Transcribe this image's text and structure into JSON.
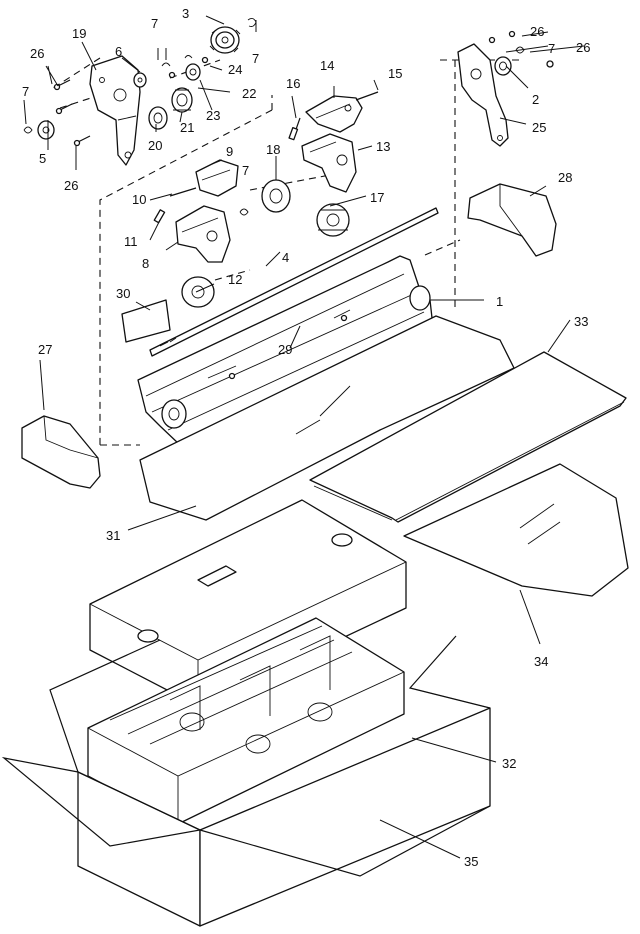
{
  "callouts": {
    "c1": "1",
    "c2": "2",
    "c3": "3",
    "c4": "4",
    "c5": "5",
    "c6": "6",
    "c7": "7",
    "c8": "8",
    "c9": "9",
    "c10": "10",
    "c11": "11",
    "c12": "12",
    "c13": "13",
    "c14": "14",
    "c15": "15",
    "c16": "16",
    "c17": "17",
    "c18": "18",
    "c19": "19",
    "c20": "20",
    "c21": "21",
    "c22": "22",
    "c23": "23",
    "c24": "24",
    "c25": "25",
    "c26": "26",
    "c27": "27",
    "c28": "28",
    "c29": "29",
    "c30": "30",
    "c31": "31",
    "c32": "32",
    "c33": "33",
    "c34": "34",
    "c35": "35"
  }
}
